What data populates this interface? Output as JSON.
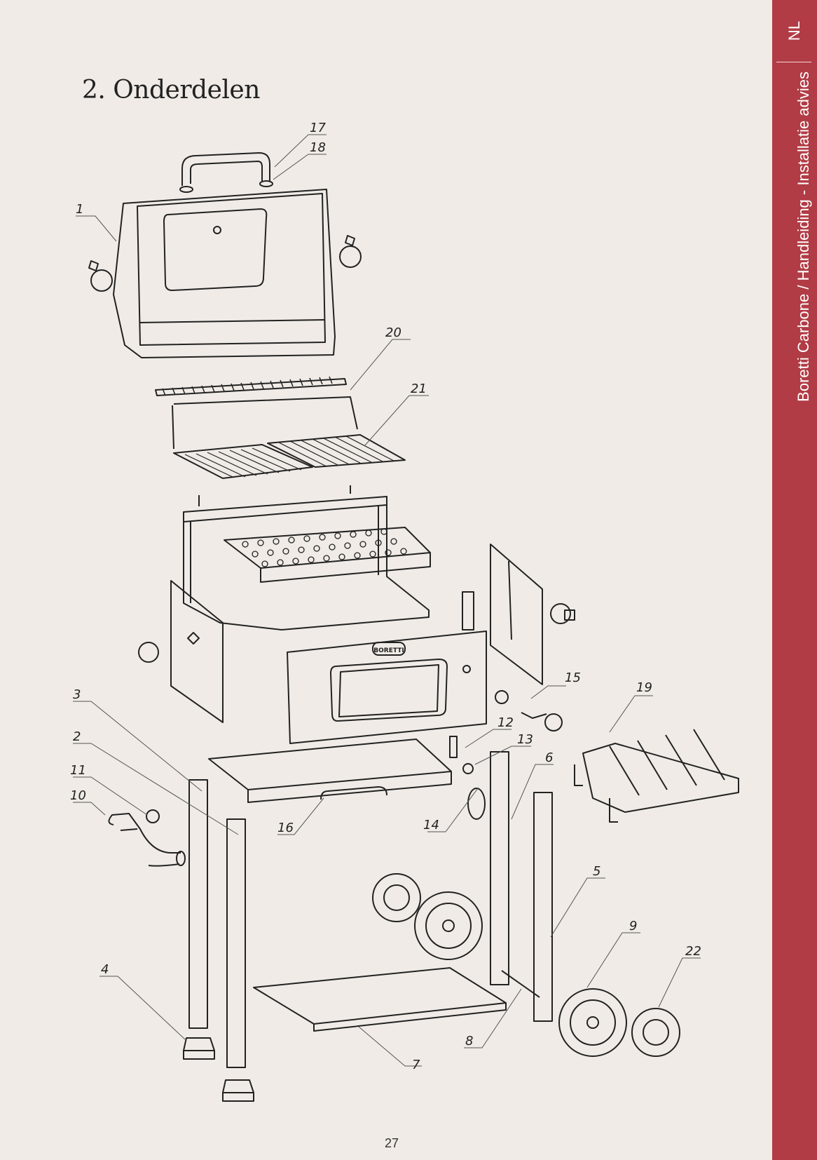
{
  "page": {
    "title": "2. Onderdelen",
    "page_number": "27"
  },
  "sidebar": {
    "language": "NL",
    "document_title": "Boretti Carbone / Handleiding - Installatie advies",
    "color": "#b13c45"
  },
  "diagram": {
    "brand_badge": "BORETTI",
    "part_labels": [
      "1",
      "2",
      "3",
      "4",
      "5",
      "6",
      "7",
      "8",
      "9",
      "10",
      "11",
      "12",
      "13",
      "14",
      "15",
      "16",
      "17",
      "18",
      "19",
      "20",
      "21",
      "22"
    ]
  }
}
